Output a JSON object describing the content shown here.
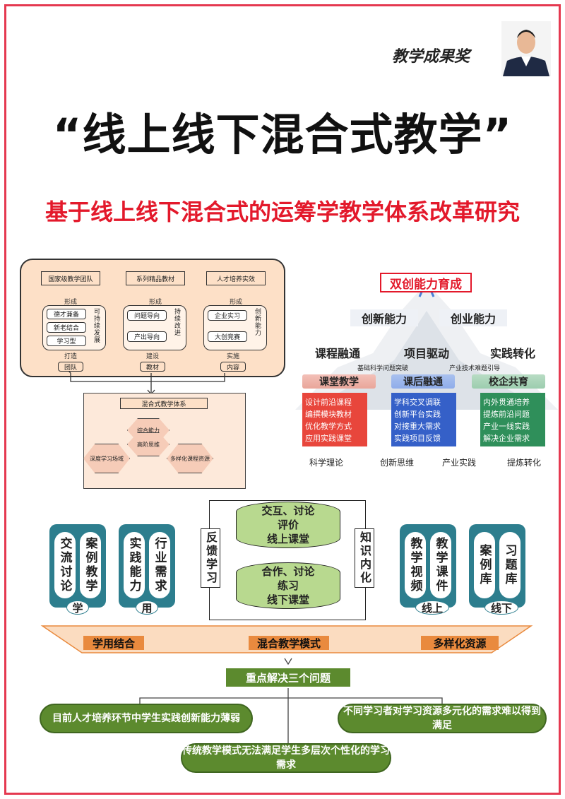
{
  "header": {
    "badge": "教学成果奖",
    "title": "“线上线下混合式教学”",
    "subtitle": "基于线上线下混合式的运筹学教学体系改革研究"
  },
  "left_diagram": {
    "tops": [
      "国家级教学团队",
      "系列精品教材",
      "人才培养实效"
    ],
    "form": "形成",
    "col1": {
      "items": [
        "德才兼备",
        "新老结合",
        "学习型"
      ],
      "side": "可持续发展",
      "bottom": "打造",
      "foot": "团队"
    },
    "col2": {
      "items": [
        "问题导向",
        "产出导向"
      ],
      "side": "持续改进",
      "bottom": "建设",
      "foot": "教材"
    },
    "col3": {
      "items": [
        "企业实习",
        "大创竞赛"
      ],
      "side": "创新能力",
      "bottom": "实施",
      "foot": "内容"
    },
    "system": "混合式教学体系",
    "hex_center_1": "综合能力",
    "hex_center_2": "高阶思维",
    "hex_left": "深度学习场域",
    "hex_right": "多样化课程资源"
  },
  "right_diagram": {
    "top": "双创能力育成",
    "mid": [
      "创新能力",
      "创业能力"
    ],
    "tiers": [
      "课程融通",
      "项目驱动",
      "实践转化"
    ],
    "notes": [
      "基础科学问题突破",
      "产业技术难题引导"
    ],
    "cols": [
      {
        "head": "课堂教学",
        "color": "#e8463c",
        "items": [
          "设计前沿课程",
          "编撰模块教材",
          "优化教学方式",
          "应用实践课堂"
        ]
      },
      {
        "head": "课后融通",
        "color": "#3560c8",
        "items": [
          "学科交叉调联",
          "创新平台实践",
          "对接重大需求",
          "实践项目反馈"
        ]
      },
      {
        "head": "校企共育",
        "color": "#2f8f5a",
        "items": [
          "内外贯通培养",
          "提炼前沿问题",
          "产业一线实践",
          "解决企业需求"
        ]
      }
    ],
    "footer": [
      "科学理论",
      "创新思维",
      "产业实践",
      "提炼转化"
    ]
  },
  "bottom_diagram": {
    "left_block_1": {
      "cols": [
        "交流讨论",
        "案例教学"
      ],
      "label": "学"
    },
    "left_block_2": {
      "cols": [
        "实践能力",
        "行业需求"
      ],
      "label": "用"
    },
    "center": {
      "top_cyl": "交互、讨论\n评价\n线上课堂",
      "bottom_cyl": "合作、讨论\n练习\n线下课堂",
      "left": "反馈学习",
      "right": "知识内化"
    },
    "right_block_1": {
      "cols": [
        "教学视频",
        "教学课件"
      ],
      "label": "线上"
    },
    "right_block_2": {
      "cols": [
        "案例库",
        "习题库"
      ],
      "label": "线下"
    },
    "band": [
      "学用结合",
      "混合教学模式",
      "多样化资源"
    ],
    "problems_head": "重点解决三个问题",
    "problems": [
      "目前人才培养环节中学生实践创新能力薄弱",
      "不同学习者对学习资源多元化的需求难以得到满足",
      "传统教学模式无法满足学生多层次个性化的学习需求"
    ]
  }
}
